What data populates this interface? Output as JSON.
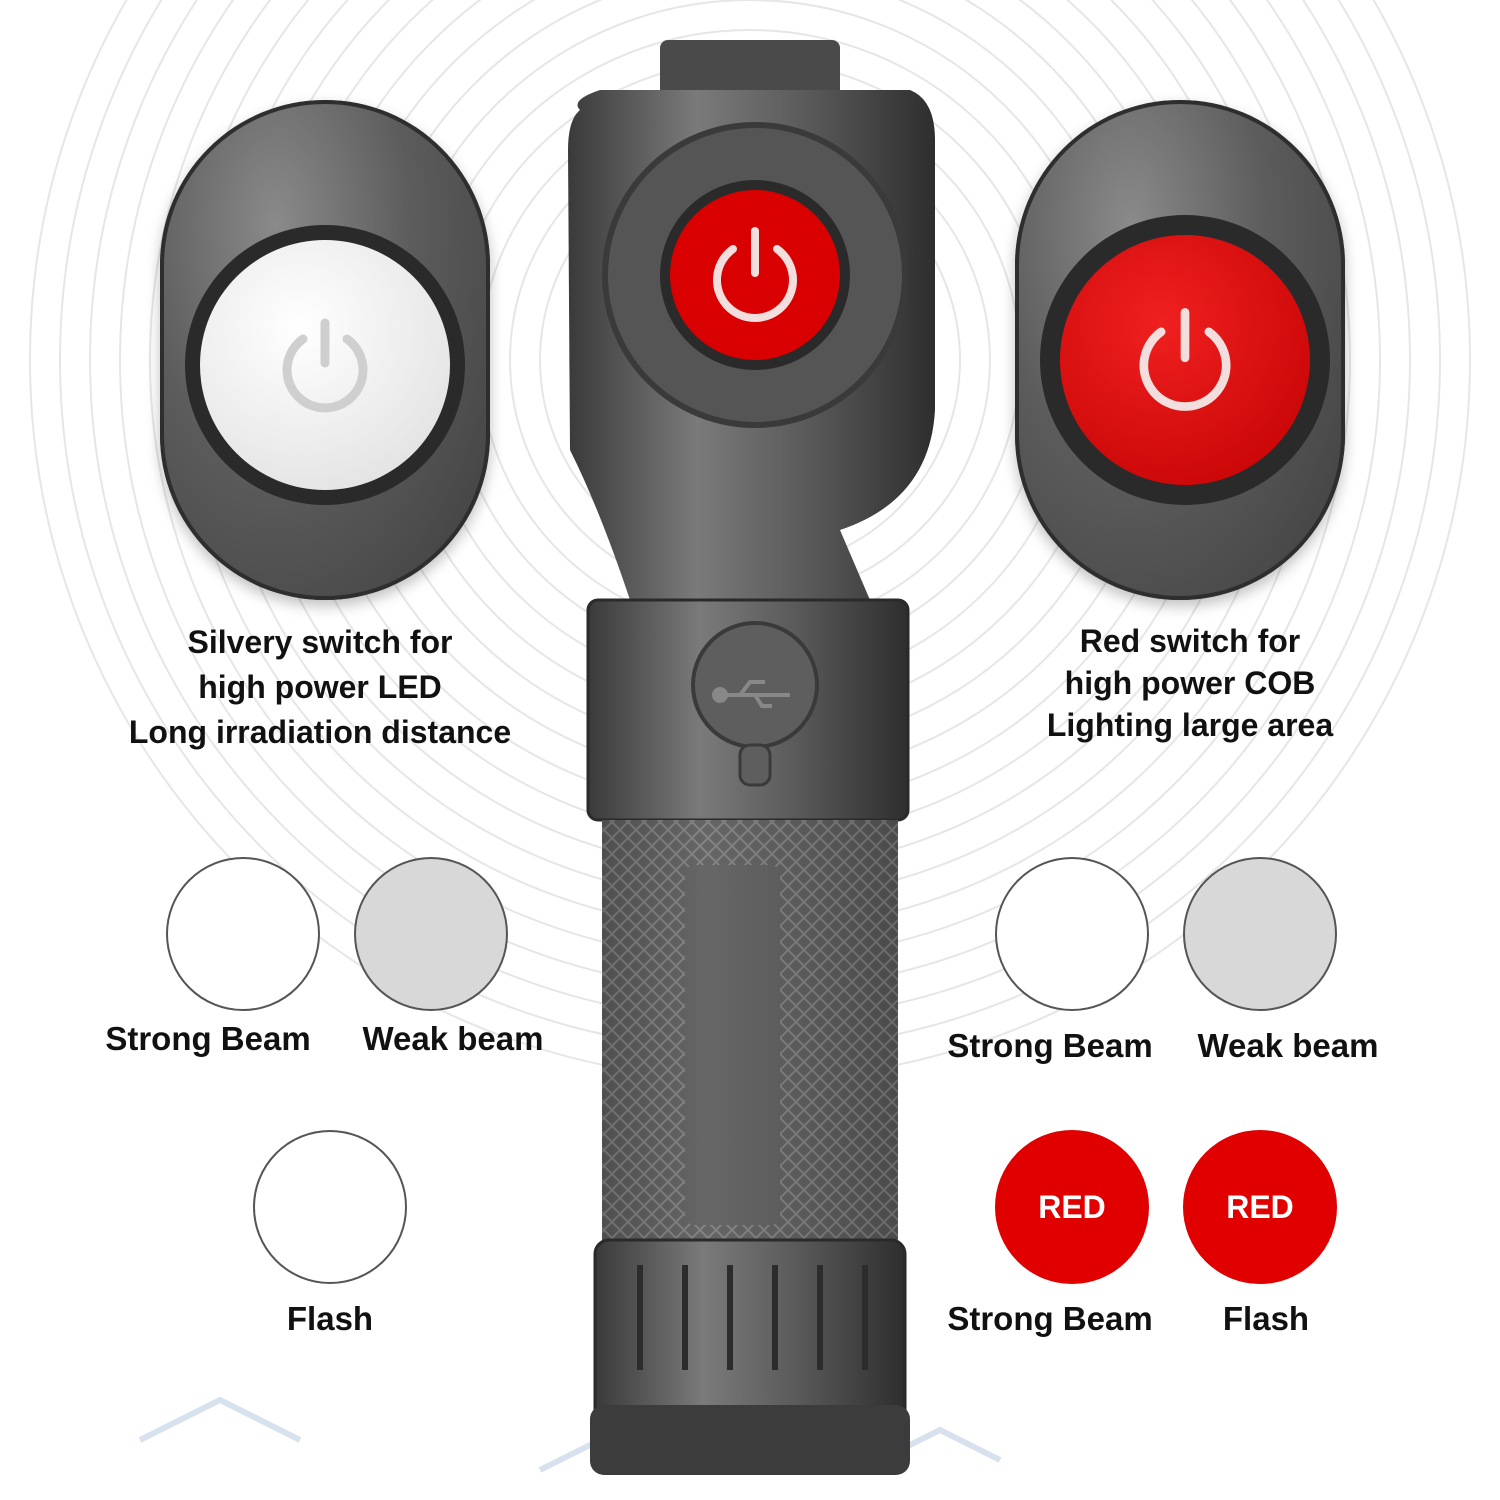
{
  "left_switch": {
    "type": "silvery",
    "caption": [
      "Silvery switch for",
      "high power LED",
      "Long irradiation distance"
    ],
    "icon": "power-icon",
    "face_color": "#e6e6e6"
  },
  "right_switch": {
    "type": "red",
    "caption": [
      "Red switch for",
      "high power COB",
      "Lighting large area"
    ],
    "icon": "power-icon",
    "face_color": "#d80000"
  },
  "left_modes": [
    {
      "label": "Strong Beam",
      "fill": "#ffffff"
    },
    {
      "label": "Weak beam",
      "fill": "#d8d8d8"
    },
    {
      "label": "Flash",
      "fill": "#ffffff"
    }
  ],
  "right_modes": [
    {
      "label": "Strong Beam",
      "fill": "#ffffff"
    },
    {
      "label": "Weak beam",
      "fill": "#d8d8d8"
    },
    {
      "label": "Strong Beam",
      "fill": "#e00000",
      "text": "RED"
    },
    {
      "label": "Flash",
      "fill": "#e00000",
      "text": "RED"
    }
  ],
  "flashlight": {
    "button_icon": "power-icon",
    "port_icon": "usb-icon",
    "button_color": "#d80000"
  }
}
